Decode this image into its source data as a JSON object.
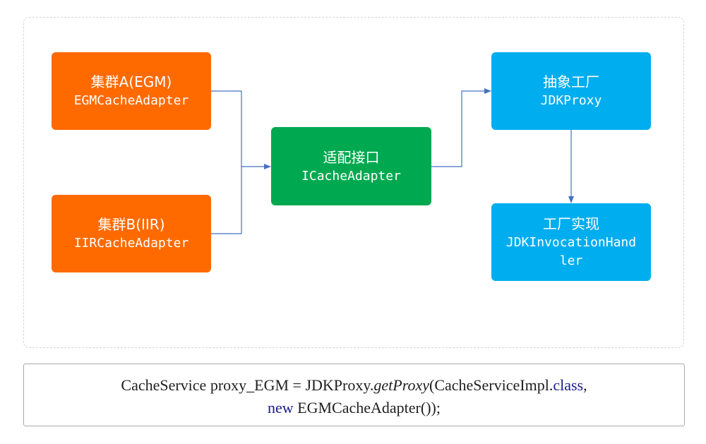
{
  "diagram": {
    "nodes": {
      "cluster_a": {
        "title": "集群A(EGM)",
        "subtitle": "EGMCacheAdapter",
        "color": "#ff6a00"
      },
      "cluster_b": {
        "title": "集群B(IIR)",
        "subtitle": "IIRCacheAdapter",
        "color": "#ff6a00"
      },
      "adapter_interface": {
        "title": "适配接口",
        "subtitle": "ICacheAdapter",
        "color": "#00a94f"
      },
      "abstract_factory": {
        "title": "抽象工厂",
        "subtitle": "JDKProxy",
        "color": "#00adef"
      },
      "factory_impl": {
        "title": "工厂实现",
        "subtitle": "JDKInvocationHandler",
        "color": "#00adef"
      }
    },
    "edges": [
      {
        "from": "cluster_a",
        "to": "adapter_interface"
      },
      {
        "from": "cluster_b",
        "to": "adapter_interface"
      },
      {
        "from": "adapter_interface",
        "to": "abstract_factory"
      },
      {
        "from": "abstract_factory",
        "to": "factory_impl"
      }
    ],
    "edge_color": "#4472c4"
  },
  "code": {
    "part1": "CacheService proxy_EGM = JDKProxy.",
    "method": "getProxy",
    "part2": "(CacheServiceImpl.",
    "kw_class": "class",
    "part3": ",",
    "kw_new": "new",
    "part4": " EGMCacheAdapter());"
  }
}
